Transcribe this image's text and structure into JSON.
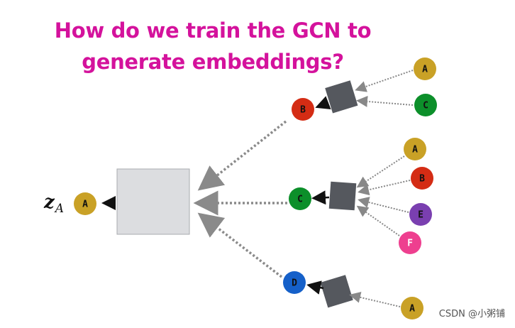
{
  "title": {
    "line1": "How do we train the GCN to",
    "line2": "generate embeddings?"
  },
  "embedding_label": {
    "symbol": "z",
    "subscript": "A"
  },
  "nodes": {
    "target": "A",
    "hop1": [
      "B",
      "C",
      "D"
    ],
    "hop2_B": [
      "A",
      "C"
    ],
    "hop2_C": [
      "A",
      "B",
      "E",
      "F"
    ],
    "hop2_D": [
      "A"
    ]
  },
  "colors": {
    "A": "#c9a126",
    "B": "#d42c14",
    "C": "#0c8f2a",
    "D": "#1560c9",
    "E": "#7a3fb0",
    "F": "#ee3f8f",
    "aggregator_box": "#55585e",
    "center_box": "#dcdde0",
    "title": "#d4129c"
  },
  "watermark": "CSDN @小粥铺"
}
